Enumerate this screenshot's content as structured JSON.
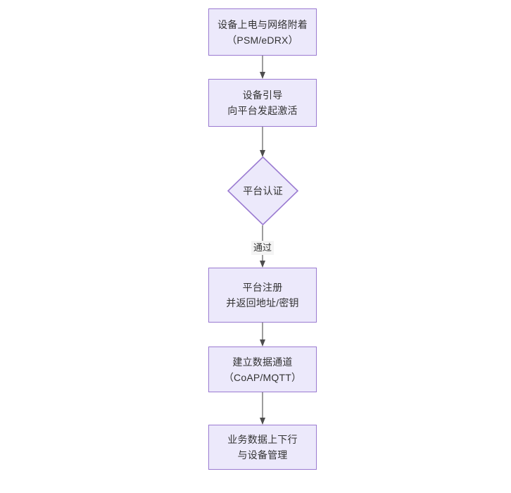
{
  "diagram": {
    "type": "flowchart",
    "orientation": "top-to-bottom",
    "background_color": "#ffffff",
    "node_fill_color": "#ece9fb",
    "node_border_color": "#9a7ad1",
    "text_color": "#333333",
    "edge_color": "#4d4d4d",
    "edge_label_background": "#f4f4f4",
    "nodes": [
      {
        "id": "n1",
        "shape": "rect",
        "label": "设备上电与网络附着\n（PSM/eDRX）",
        "line1": "设备上电与网络附着",
        "line2": "（PSM/eDRX）"
      },
      {
        "id": "n2",
        "shape": "rect",
        "label": "设备引导\n向平台发起激活",
        "line1": "设备引导",
        "line2": "向平台发起激活"
      },
      {
        "id": "n3",
        "shape": "diamond",
        "label": "平台认证",
        "line1": "平台认证",
        "line2": ""
      },
      {
        "id": "n4",
        "shape": "rect",
        "label": "平台注册\n并返回地址/密钥",
        "line1": "平台注册",
        "line2": "并返回地址/密钥"
      },
      {
        "id": "n5",
        "shape": "rect",
        "label": "建立数据通道\n（CoAP/MQTT）",
        "line1": "建立数据通道",
        "line2": "（CoAP/MQTT）"
      },
      {
        "id": "n6",
        "shape": "rect",
        "label": "业务数据上下行\n与设备管理",
        "line1": "业务数据上下行",
        "line2": "与设备管理"
      }
    ],
    "edges": [
      {
        "from": "n1",
        "to": "n2",
        "label": ""
      },
      {
        "from": "n2",
        "to": "n3",
        "label": ""
      },
      {
        "from": "n3",
        "to": "n4",
        "label": "通过"
      },
      {
        "from": "n4",
        "to": "n5",
        "label": ""
      },
      {
        "from": "n5",
        "to": "n6",
        "label": ""
      }
    ]
  }
}
